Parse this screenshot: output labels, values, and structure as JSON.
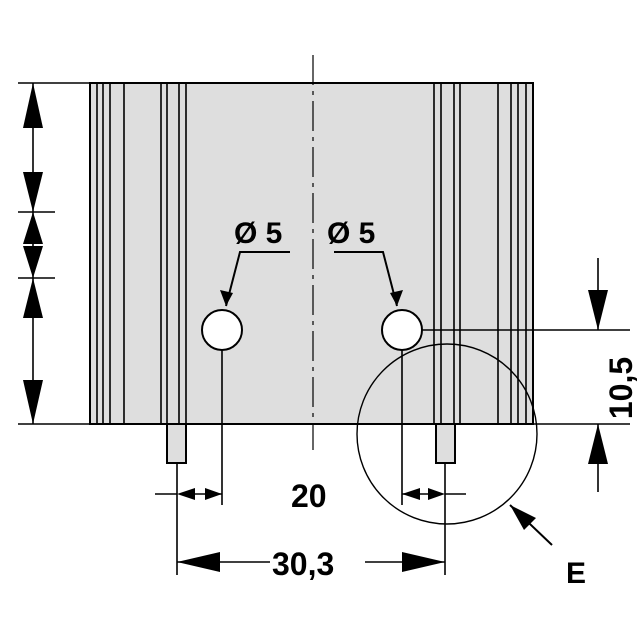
{
  "drawing": {
    "hole_left_label": "Ø 5",
    "hole_right_label": "Ø 5",
    "dim_inner_pitch": "20",
    "dim_outer_pitch": "30,3",
    "dim_hole_height": "10,5",
    "detail_label": "E"
  },
  "colors": {
    "body_fill": "#dedede",
    "line": "#000000",
    "background": "#ffffff"
  }
}
